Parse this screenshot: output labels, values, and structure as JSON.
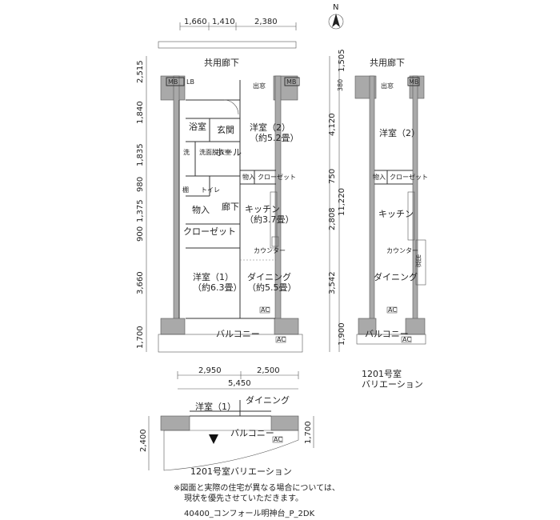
{
  "compass": {
    "north": "N"
  },
  "main_plan": {
    "top_dims": [
      "1,660",
      "1,410",
      "2,380"
    ],
    "left_dims": [
      "2,515",
      "1,840",
      "1,835",
      "980",
      "1,375",
      "900",
      "3,660",
      "1,700"
    ],
    "right_dims_outer": [
      "1,505",
      "380",
      "4,120",
      "750",
      "2,808",
      "3,542",
      "1,900"
    ],
    "right_total": "11,220",
    "bottom_dims": [
      "2,950",
      "2,500"
    ],
    "bottom_total": "5,450",
    "corridor": "共用廊下",
    "labels": {
      "mb1": "MB",
      "lb": "LB",
      "mb2": "MB",
      "demado": "出窓",
      "bath": "浴室",
      "entrance": "玄関",
      "hall": "ホール",
      "washroom_a": "洗",
      "washroom_b": "洗面脱衣室",
      "toilet": "トイレ",
      "tana": "棚",
      "storage": "物入",
      "hallway": "廊下",
      "closet_left": "クローゼット",
      "western2": "洋室（2）",
      "western2_size": "（約5.2畳）",
      "monoire2": "物入",
      "closet2": "クローゼット",
      "kitchen": "キッチン",
      "kitchen_size": "（約3.7畳）",
      "counter": "カウンター",
      "western1": "洋室（1）",
      "western1_size": "（約6.3畳）",
      "dining": "ダイニング",
      "dining_size": "（約5.5畳）",
      "ac1": "AC",
      "ac2": "AC",
      "balcony": "バルコニー"
    }
  },
  "variation_plan": {
    "corridor": "共用廊下",
    "labels": {
      "demado": "出窓",
      "mb": "MB",
      "western2": "洋室（2）",
      "monoire": "物入",
      "closet": "クローゼット",
      "kitchen": "キッチン",
      "counter": "カウンター",
      "demado_side": "出窓",
      "dining": "ダイニング",
      "ac1": "AC",
      "ac2": "AC",
      "balcony": "バルコニー"
    },
    "caption_1": "1201号室",
    "caption_2": "バリエーション"
  },
  "balcony_plan": {
    "labels": {
      "western1": "洋室（1）",
      "dining": "ダイニング",
      "balcony": "バルコニー",
      "ac": "AC"
    },
    "left_dim": "2,400",
    "right_dim": "1,700",
    "caption": "1201号室バリエーション"
  },
  "notes": {
    "line1": "※図面と実際の住宅が異なる場合については、",
    "line2": "現状を優先させていただきます。",
    "code": "40400_コンフォール明神台_P_2DK"
  }
}
